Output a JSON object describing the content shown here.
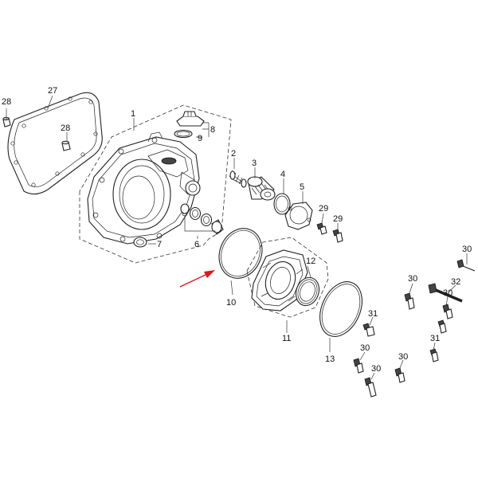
{
  "diagram": {
    "labels": {
      "l1": "1",
      "l2": "2",
      "l3": "3",
      "l4": "4",
      "l5": "5",
      "l6": "6",
      "l7": "7",
      "l8": "8",
      "l9": "9",
      "l10": "10",
      "l11": "11",
      "l12": "12",
      "l13": "13",
      "l27": "27",
      "l28a": "28",
      "l28b": "28",
      "l29a": "29",
      "l29b": "29",
      "l30a": "30",
      "l30b": "30",
      "l30c": "30",
      "l30d": "30",
      "l30e": "30",
      "l30f": "30",
      "l31a": "31",
      "l31b": "31",
      "l32": "32"
    },
    "colors": {
      "line": "#222222",
      "arrow": "#e0141e"
    }
  }
}
